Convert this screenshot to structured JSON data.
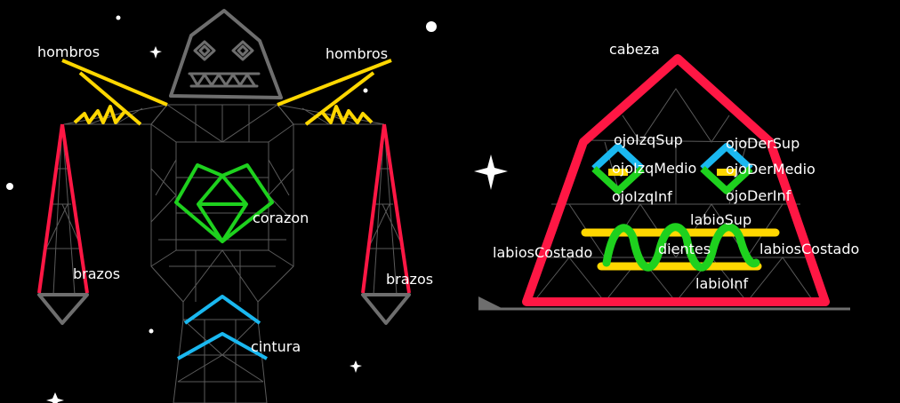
{
  "colors": {
    "background": "#000000",
    "mesh": "#5a5a5a",
    "outline_grey": "#6e6e6e",
    "shoulders": "#ffd700",
    "arms": "#ff1744",
    "heart": "#1ed11e",
    "waist": "#1ab8f0",
    "head_outline": "#ff1744",
    "eyes_outer": "#1ab8f0",
    "eyes_inner": "#1ed11e",
    "eyes_middle": "#ffd700",
    "lips": "#ffd700",
    "teeth": "#1ed11e",
    "label": "#ffffff"
  },
  "robot": {
    "labels": {
      "shoulder_left": "hombros",
      "shoulder_right": "hombros",
      "arm_left": "brazos",
      "arm_right": "brazos",
      "heart": "corazon",
      "waist": "cintura"
    }
  },
  "face": {
    "labels": {
      "head": "cabeza",
      "left_eye_top": "ojoIzqSup",
      "left_eye_middle": "ojoIzqMedio",
      "left_eye_bottom": "ojoIzqInf",
      "right_eye_top": "ojoDerSup",
      "right_eye_middle": "ojoDerMedio",
      "right_eye_bottom": "ojoDerInf",
      "upper_lip": "labioSup",
      "teeth": "dientes",
      "lower_lip": "labioInf",
      "lip_corner_left": "labiosCostado",
      "lip_corner_right": "labiosCostado"
    }
  }
}
